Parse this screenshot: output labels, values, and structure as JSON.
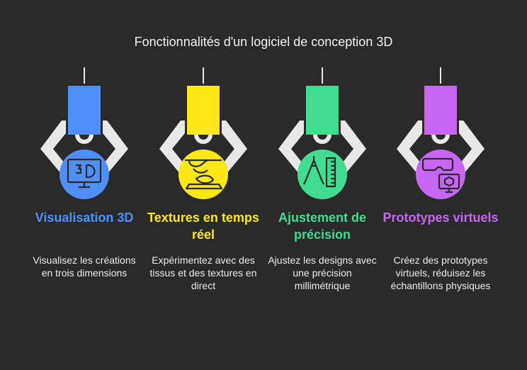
{
  "title": "Fonctionnalités d'un logiciel de conception 3D",
  "items": [
    {
      "heading": "Visualisation 3D",
      "description": "Visualisez les créations en trois dimensions",
      "color": "#4f8ff7",
      "icon": "3d-monitor-icon"
    },
    {
      "heading": "Textures en temps réel",
      "description": "Expérimentez avec des tissus et des textures en direct",
      "color": "#ffe816",
      "icon": "fabric-texture-icon"
    },
    {
      "heading": "Ajustement de précision",
      "description": "Ajustez les designs avec une précision millimétrique",
      "color": "#40dc90",
      "icon": "compass-ruler-icon"
    },
    {
      "heading": "Prototypes virtuels",
      "description": "Créez des prototypes virtuels, réduisez les échantillons physiques",
      "color": "#c965f5",
      "icon": "vr-prototype-icon"
    }
  ]
}
